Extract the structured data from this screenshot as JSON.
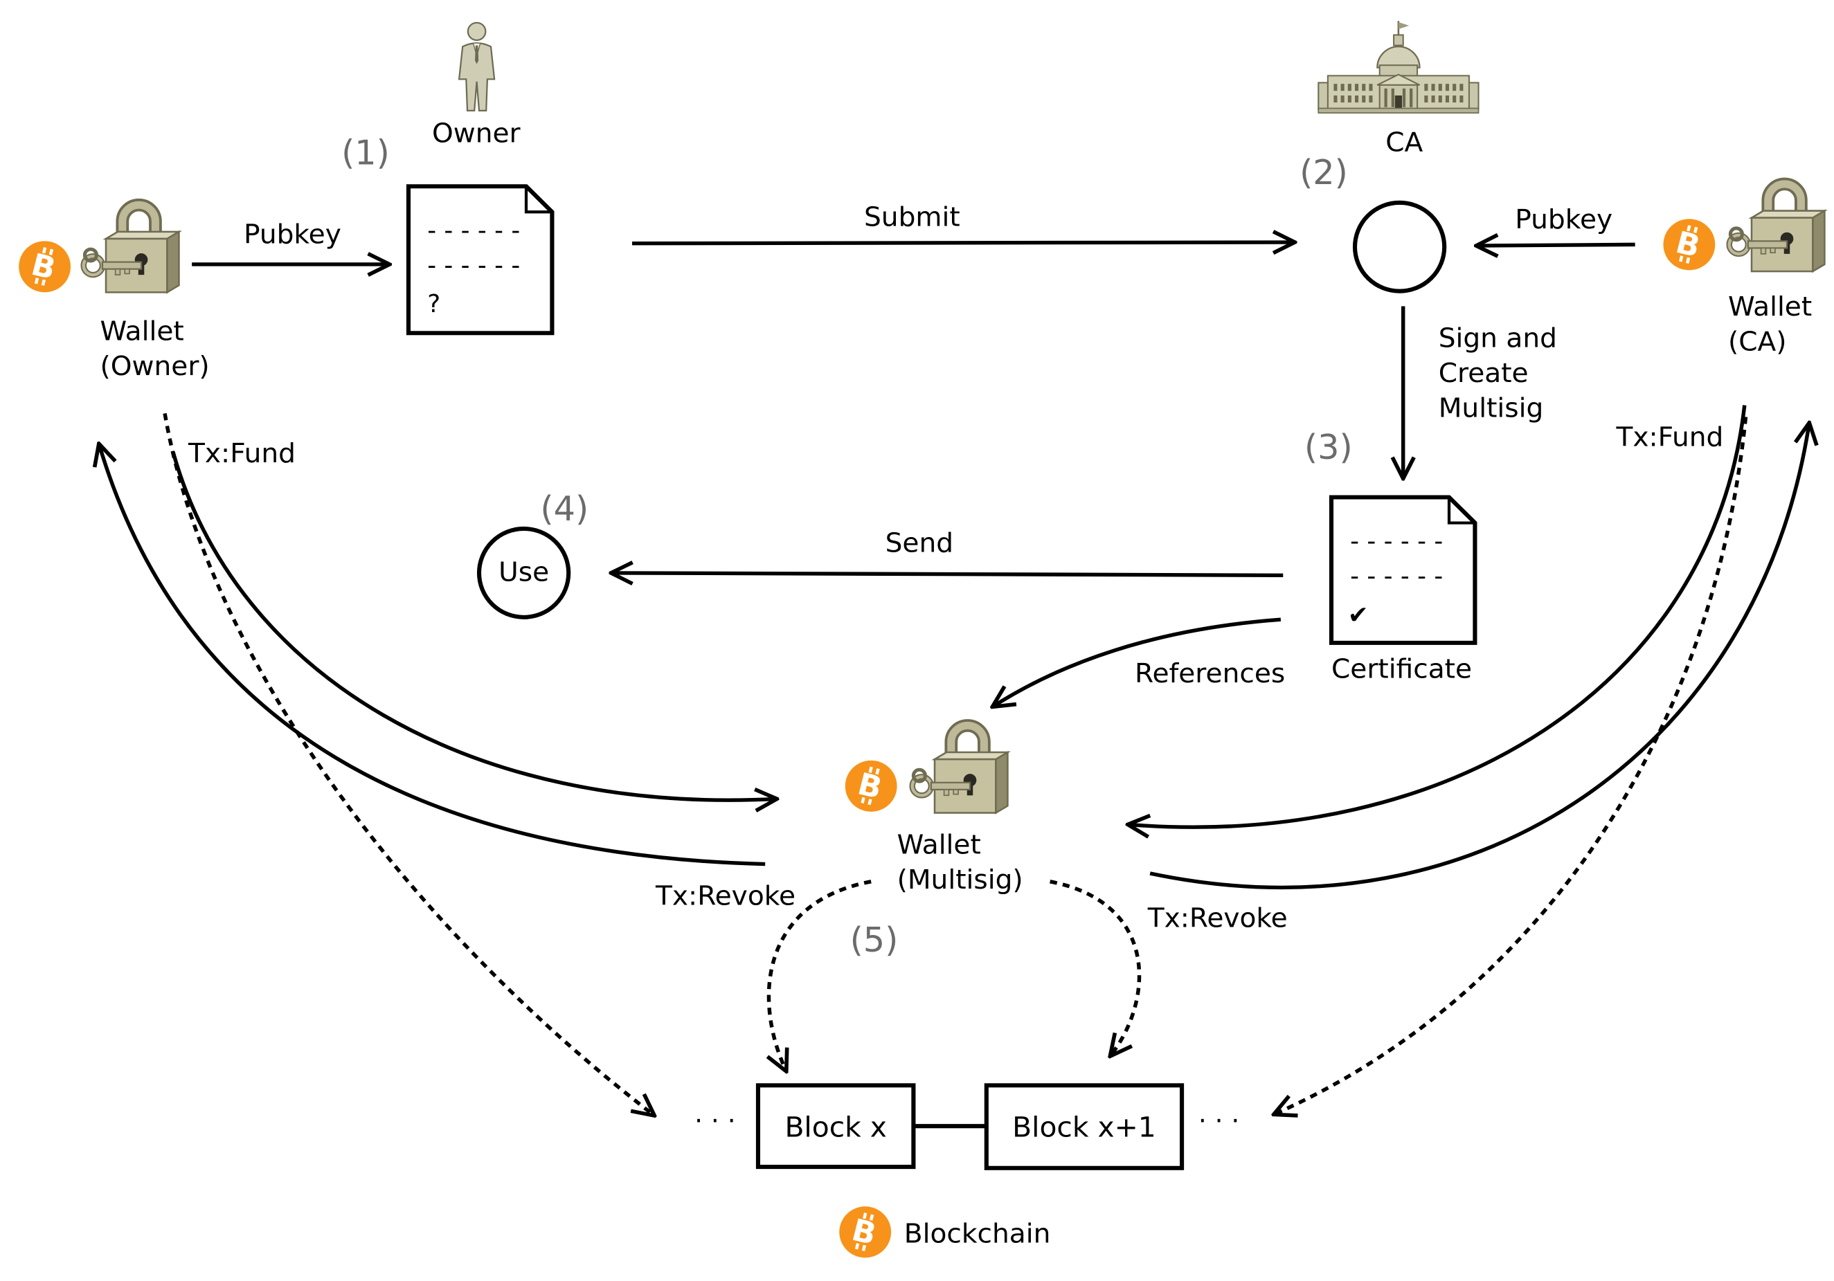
{
  "actors": {
    "owner": "Owner",
    "ca": "CA"
  },
  "steps": {
    "one": "(1)",
    "two": "(2)",
    "three": "(3)",
    "four": "(4)",
    "five": "(5)"
  },
  "wallets": {
    "owner": {
      "line1": "Wallet",
      "line2": "(Owner)"
    },
    "ca": {
      "line1": "Wallet",
      "line2": "(CA)"
    },
    "multisig": {
      "line1": "Wallet",
      "line2": "(Multisig)"
    }
  },
  "documents": {
    "request": {
      "line1": "- - - - - -",
      "line2": "- - - - - -",
      "mark": "?"
    },
    "certificate": {
      "line1": "- - - - - -",
      "line2": "- - - - - -",
      "mark": "✔",
      "label": "Certificate"
    }
  },
  "edges": {
    "owner_pubkey": "Pubkey",
    "submit": "Submit",
    "ca_pubkey": "Pubkey",
    "sign": [
      "Sign and",
      "Create",
      "Multisig"
    ],
    "send": "Send",
    "references": "References",
    "owner_fund": "Tx:Fund",
    "owner_revoke": "Tx:Revoke",
    "ca_fund": "Tx:Fund",
    "ca_revoke": "Tx:Revoke"
  },
  "use_node": "Use",
  "blockchain": {
    "label": "Blockchain",
    "block_x": "Block x",
    "block_x1": "Block x+1",
    "ellipsis_left": "· · ·",
    "ellipsis_right": "· · ·"
  },
  "icons": {
    "bitcoin": "bitcoin-icon",
    "wallet": "padlock-key-icon",
    "owner": "person-icon",
    "ca": "capitol-building-icon"
  },
  "colors": {
    "bitcoin": "#f7931a",
    "step_label": "#6b6b6b",
    "lock_body": "#c6c2a0",
    "lock_outline": "#6f6c52",
    "line": "#000000"
  }
}
